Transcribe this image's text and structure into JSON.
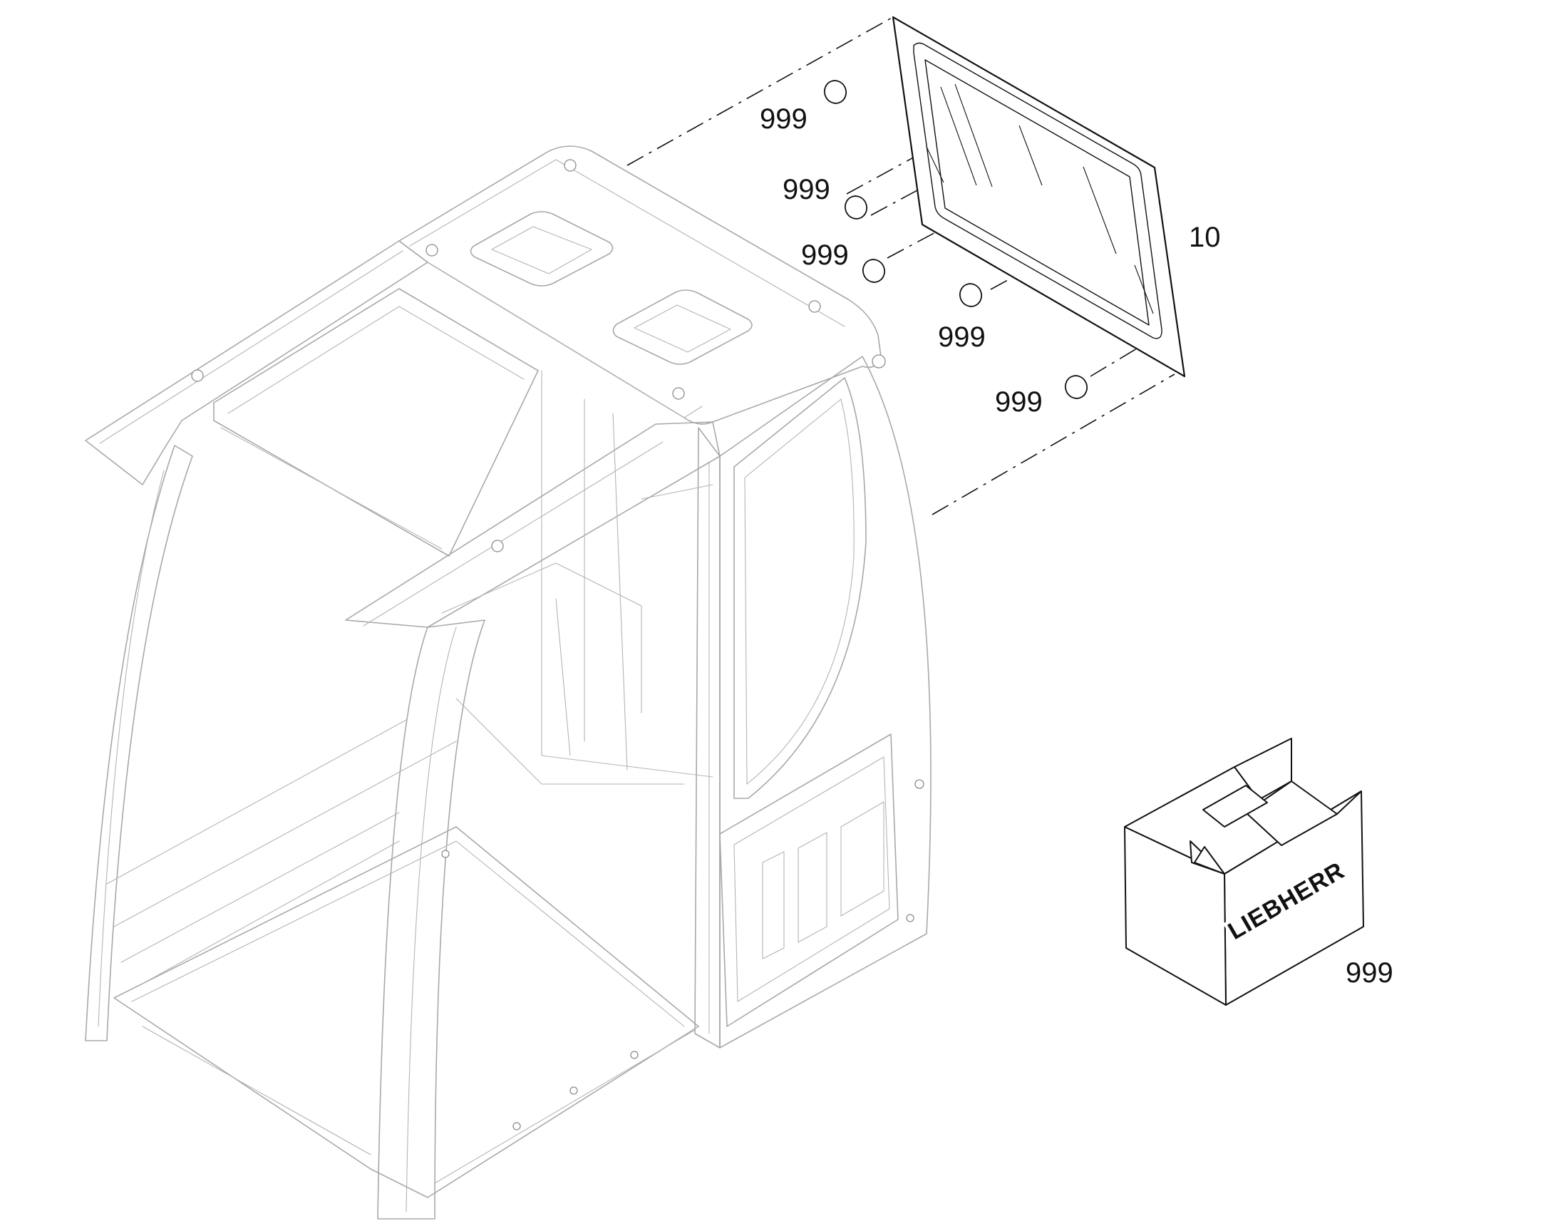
{
  "callouts": {
    "kit_1": "999",
    "kit_2": "999",
    "kit_3": "999",
    "kit_4": "999",
    "kit_5": "999",
    "window_glass": "10",
    "kit_box": "999"
  },
  "box_brand": "LIEBHERR"
}
